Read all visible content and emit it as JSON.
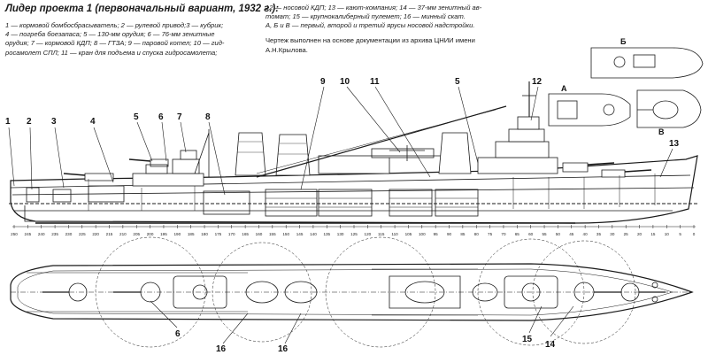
{
  "title": "Лидер проекта 1 (первоначальный вариант, 1932 г.):",
  "caption_left": [
    "1 — кормовой бомбосбрасыватель; 2 — рулевой привод;3 — кубрик;",
    "4 — погреба боезапаса; 5 — 130-мм орудия; 6 — 76-мм зенитные",
    "орудия; 7 — кормовой КДП; 8 — ГТЗА; 9 — паровой котел; 10 — гид-",
    "росамолет СПЛ; 11 — кран для подъема и спуска гидросамолета;"
  ],
  "caption_right": [
    "12 — носовой КДП; 13 — кают-компания; 14 — 37-мм зенитный ав-",
    "томат; 15 — крупнокалиберный пулемет; 16 — минный скат.",
    "А, Б и В — первый, второй и третий ярусы носовой надстройки."
  ],
  "credit": [
    "Чертеж выполнен на основе документации из архива ЦНИИ имени",
    "А.Н.Крылова."
  ],
  "side_labels": [
    {
      "text": "1"
    },
    {
      "text": "2"
    },
    {
      "text": "3"
    },
    {
      "text": "4"
    },
    {
      "text": "5"
    },
    {
      "text": "6"
    },
    {
      "text": "7"
    },
    {
      "text": "8"
    },
    {
      "text": "9"
    },
    {
      "text": "10"
    },
    {
      "text": "11"
    },
    {
      "text": "5"
    },
    {
      "text": "12"
    },
    {
      "text": "13"
    }
  ],
  "plan_labels": [
    {
      "text": "6"
    },
    {
      "text": "16"
    },
    {
      "text": "16"
    },
    {
      "text": "15"
    },
    {
      "text": "14"
    }
  ],
  "tier_labels": [
    {
      "text": "Б"
    },
    {
      "text": "А"
    },
    {
      "text": "В"
    }
  ],
  "frame_numbers": [
    "250",
    "245",
    "240",
    "235",
    "230",
    "225",
    "220",
    "215",
    "210",
    "205",
    "200",
    "195",
    "190",
    "185",
    "180",
    "175",
    "170",
    "165",
    "160",
    "155",
    "150",
    "145",
    "140",
    "135",
    "130",
    "125",
    "120",
    "115",
    "110",
    "105",
    "100",
    "95",
    "90",
    "85",
    "80",
    "75",
    "70",
    "65",
    "60",
    "55",
    "50",
    "45",
    "40",
    "35",
    "30",
    "25",
    "20",
    "15",
    "10",
    "5",
    "0"
  ]
}
